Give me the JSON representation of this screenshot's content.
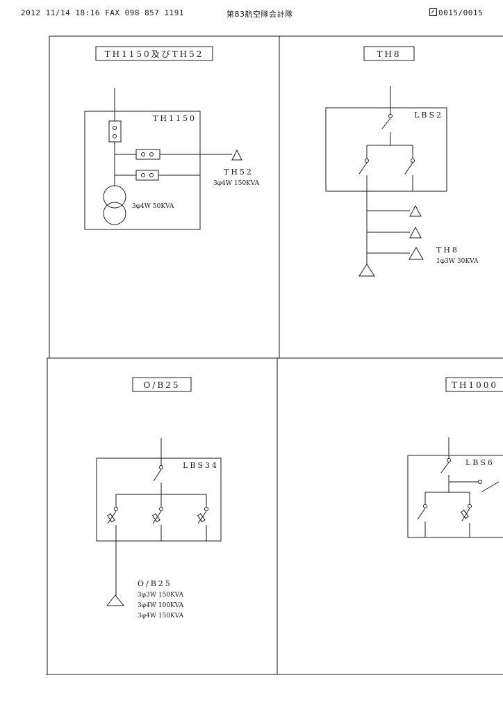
{
  "fax_header": {
    "datetime": "2012 11/14 18:16 FAX  098 857 1191",
    "sender": "第83航空隊会計隊",
    "page": "0015/0015",
    "page_icon": "fax-page-icon"
  },
  "panels": {
    "top_left": {
      "title": "TH1150及びTH52",
      "box_label": "TH1150",
      "transformer_spec": "3φ4W 50KVA",
      "load_label": "TH52",
      "load_spec": "3φ4W 150KVA"
    },
    "top_right": {
      "title": "TH8",
      "box_label": "LBS2",
      "load_label": "TH8",
      "load_spec": "1φ3W 30KVA"
    },
    "bottom_left": {
      "title": "O/B25",
      "box_label": "LBS34",
      "load_label": "O/B25",
      "load_specs": [
        "3φ3W 150KVA",
        "3φ4W 100KVA",
        "3φ4W 150KVA"
      ]
    },
    "bottom_right": {
      "title": "TH1000",
      "box_label": "LBS6"
    }
  }
}
